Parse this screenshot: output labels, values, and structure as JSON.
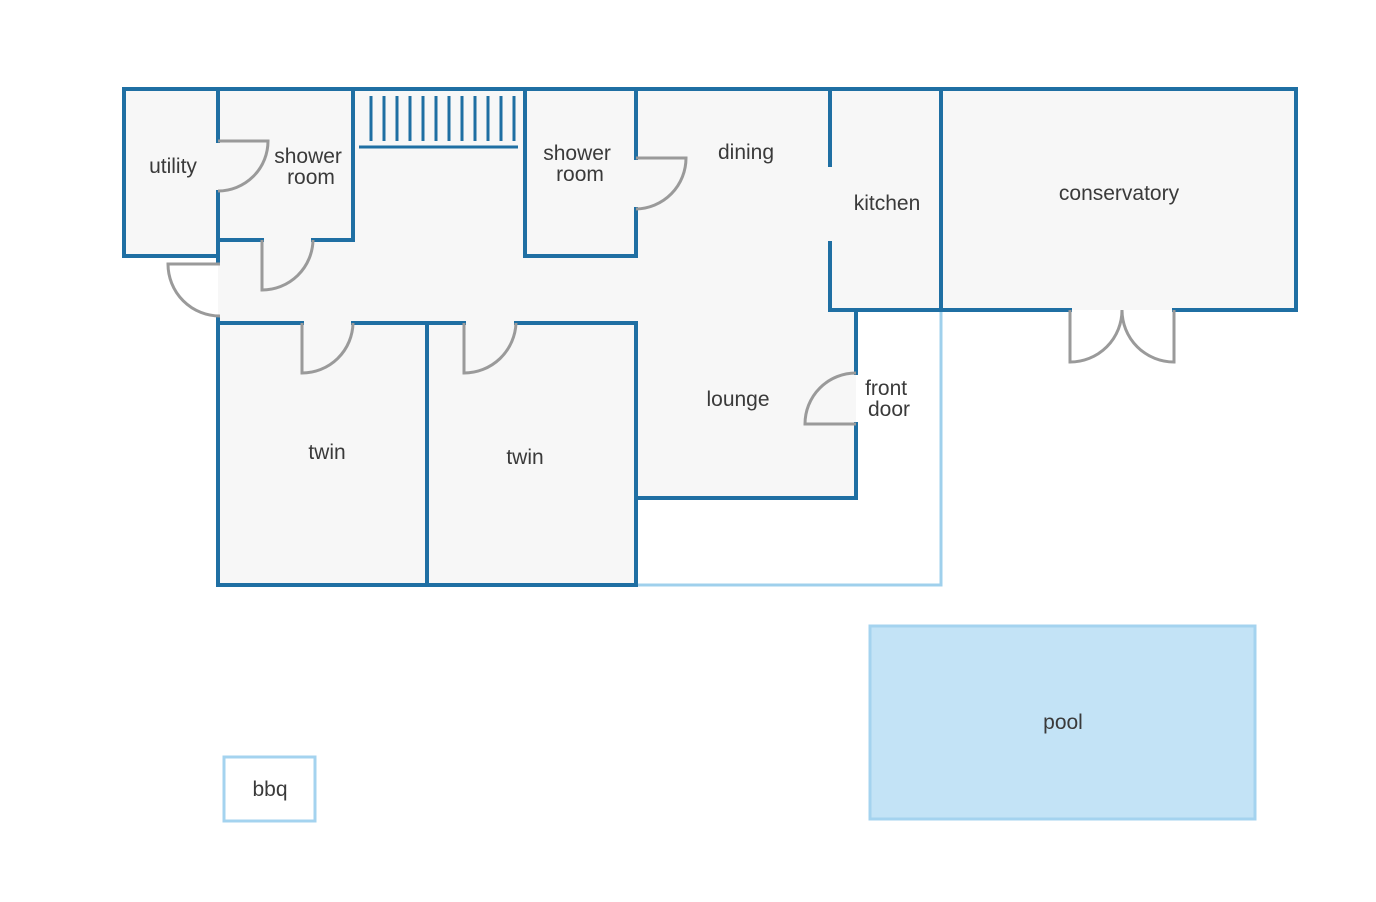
{
  "colors": {
    "wall": "#1f6fa3",
    "outdoor_outline": "#9fd0ec",
    "door": "#9a9a9a",
    "floor": "#f7f7f7",
    "pool_fill": "#c3e3f6",
    "pool_border": "#a4d3ef",
    "text": "#3a3a3a"
  },
  "rooms": {
    "utility": "utility",
    "shower_room_1": [
      "shower",
      "room"
    ],
    "shower_room_2": [
      "shower",
      "room"
    ],
    "dining": "dining",
    "kitchen": "kitchen",
    "conservatory": "conservatory",
    "lounge": "lounge",
    "front_door": [
      "front",
      "door"
    ],
    "twin_1": "twin",
    "twin_2": "twin"
  },
  "outdoor": {
    "pool": "pool",
    "bbq": "bbq"
  }
}
